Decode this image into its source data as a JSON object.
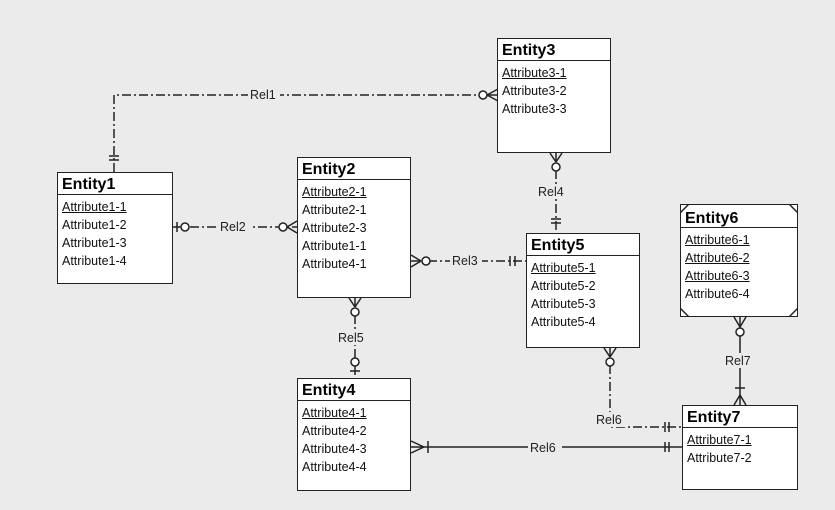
{
  "entities": [
    {
      "id": "entity3",
      "name": "Entity3",
      "attributes": [
        {
          "text": "Attribute3-1",
          "key": true
        },
        {
          "text": "Attribute3-2",
          "key": false
        },
        {
          "text": "Attribute3-3",
          "key": false
        }
      ]
    },
    {
      "id": "entity1",
      "name": "Entity1",
      "attributes": [
        {
          "text": "Attribute1-1",
          "key": true
        },
        {
          "text": "Attribute1-2",
          "key": false
        },
        {
          "text": "Attribute1-3",
          "key": false
        },
        {
          "text": "Attribute1-4",
          "key": false
        }
      ]
    },
    {
      "id": "entity2",
      "name": "Entity2",
      "attributes": [
        {
          "text": "Attribute2-1",
          "key": true
        },
        {
          "text": "Attribute2-1",
          "key": false
        },
        {
          "text": "Attribute2-3",
          "key": false
        },
        {
          "text": "Attribute1-1",
          "key": false
        },
        {
          "text": "Attribute4-1",
          "key": false
        }
      ]
    },
    {
      "id": "entity5",
      "name": "Entity5",
      "attributes": [
        {
          "text": "Attribute5-1",
          "key": true
        },
        {
          "text": "Attribute5-2",
          "key": false
        },
        {
          "text": "Attribute5-3",
          "key": false
        },
        {
          "text": "Attribute5-4",
          "key": false
        }
      ]
    },
    {
      "id": "entity6",
      "name": "Entity6",
      "attributes": [
        {
          "text": "Attribute6-1",
          "key": true
        },
        {
          "text": "Attribute6-2",
          "key": true
        },
        {
          "text": "Attribute6-3",
          "key": true
        },
        {
          "text": "Attribute6-4",
          "key": false
        }
      ]
    },
    {
      "id": "entity4",
      "name": "Entity4",
      "attributes": [
        {
          "text": "Attribute4-1",
          "key": true
        },
        {
          "text": "Attribute4-2",
          "key": false
        },
        {
          "text": "Attribute4-3",
          "key": false
        },
        {
          "text": "Attribute4-4",
          "key": false
        }
      ]
    },
    {
      "id": "entity7",
      "name": "Entity7",
      "attributes": [
        {
          "text": "Attribute7-1",
          "key": true
        },
        {
          "text": "Attribute7-2",
          "key": false
        }
      ]
    }
  ],
  "relationships": [
    {
      "id": "rel1",
      "label": "Rel1",
      "from": "entity1",
      "to": "entity3",
      "line_style": "dash-dot"
    },
    {
      "id": "rel2",
      "label": "Rel2",
      "from": "entity1",
      "to": "entity2",
      "line_style": "dash-dot"
    },
    {
      "id": "rel3",
      "label": "Rel3",
      "from": "entity2",
      "to": "entity5",
      "line_style": "dash-dot"
    },
    {
      "id": "rel4",
      "label": "Rel4",
      "from": "entity3",
      "to": "entity5",
      "line_style": "dash-dot"
    },
    {
      "id": "rel5",
      "label": "Rel5",
      "from": "entity2",
      "to": "entity4",
      "line_style": "dash-dot"
    },
    {
      "id": "rel6a",
      "label": "Rel6",
      "from": "entity5",
      "to": "entity7",
      "line_style": "dash-dot"
    },
    {
      "id": "rel6b",
      "label": "Rel6",
      "from": "entity4",
      "to": "entity7",
      "line_style": "solid"
    },
    {
      "id": "rel7",
      "label": "Rel7",
      "from": "entity6",
      "to": "entity7",
      "line_style": "solid"
    }
  ],
  "colors": {
    "background": "#ebebeb",
    "line": "#222222",
    "entity_fill": "#ffffff"
  }
}
